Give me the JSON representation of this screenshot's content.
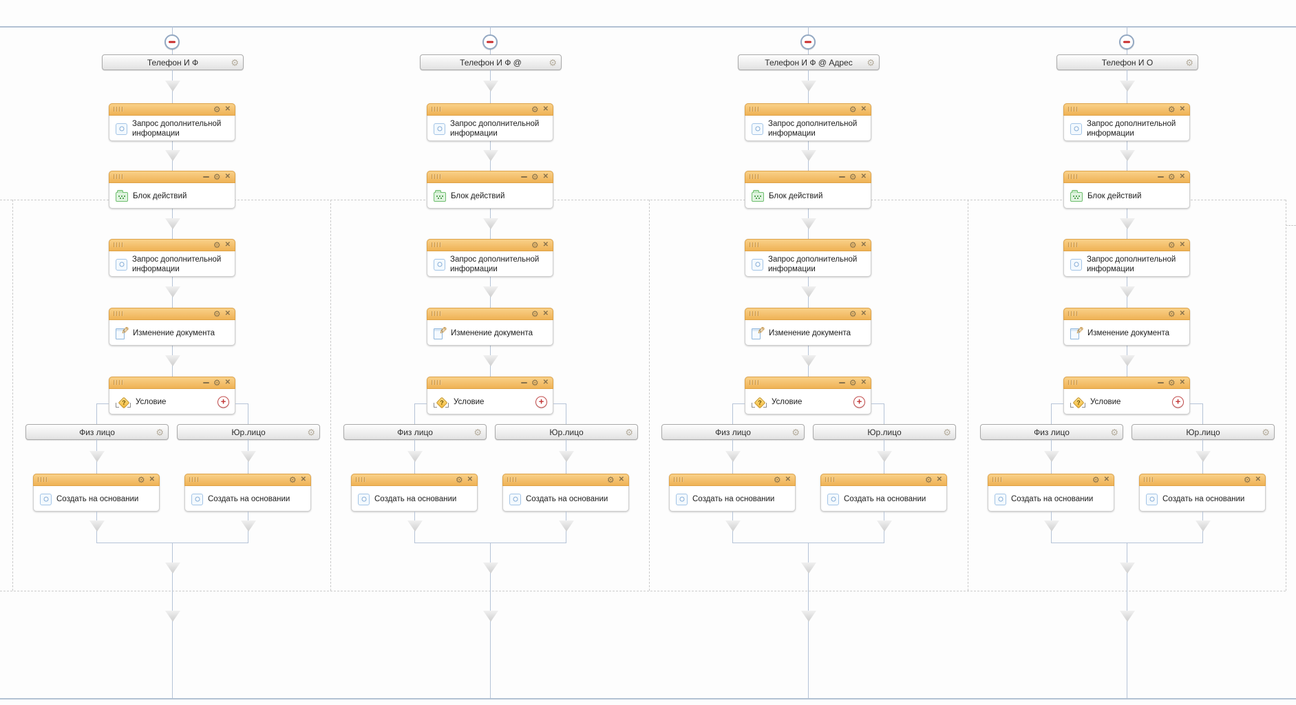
{
  "app": {
    "name": "process-designer-canvas",
    "description": "BPM workflow designer with four parallel branch columns"
  },
  "columns": [
    {
      "title": "Телефон И Ф"
    },
    {
      "title": "Телефон И Ф @"
    },
    {
      "title": "Телефон И Ф @ Адрес"
    },
    {
      "title": "Телефон И О"
    }
  ],
  "flow_nodes": [
    {
      "id": "request-info-1",
      "icon": "request-info-icon",
      "label": "Запрос дополнительной информации",
      "has_minimize": false,
      "has_add": false
    },
    {
      "id": "action-block",
      "icon": "action-block-icon",
      "label": "Блок действий",
      "has_minimize": true,
      "has_add": false
    },
    {
      "id": "request-info-2",
      "icon": "request-info-icon",
      "label": "Запрос дополнительной информации",
      "has_minimize": false,
      "has_add": false
    },
    {
      "id": "edit-document",
      "icon": "edit-document-icon",
      "label": "Изменение документа",
      "has_minimize": false,
      "has_add": false
    },
    {
      "id": "condition",
      "icon": "condition-icon",
      "label": "Условие",
      "has_minimize": true,
      "has_add": true
    }
  ],
  "branches": [
    {
      "label": "Физ лицо",
      "node": {
        "id": "create-based-on-left",
        "icon": "create-based-on-icon",
        "label": "Создать на основании"
      }
    },
    {
      "label": "Юр.лицо",
      "node": {
        "id": "create-based-on-right",
        "icon": "create-based-on-icon",
        "label": "Создать на основании"
      }
    }
  ],
  "glyphs": {
    "gear": "⚙",
    "close": "✕",
    "plus": "+",
    "question": "?",
    "pencil": "✎"
  },
  "colors": {
    "node_header_top": "#f9d189",
    "node_header_bottom": "#efb255",
    "node_header_border": "#dfa348",
    "header_icon": "#87714b",
    "connector_line": "#b5c3d7",
    "pool_rule": "#b2c1d3",
    "lane_dash": "#cbcbcb",
    "collapse_minus": "#c92b2b",
    "add_button_red": "#c23333",
    "pill_icon": "#b4ac9c",
    "arrow_fill": "#d9d9d9"
  }
}
